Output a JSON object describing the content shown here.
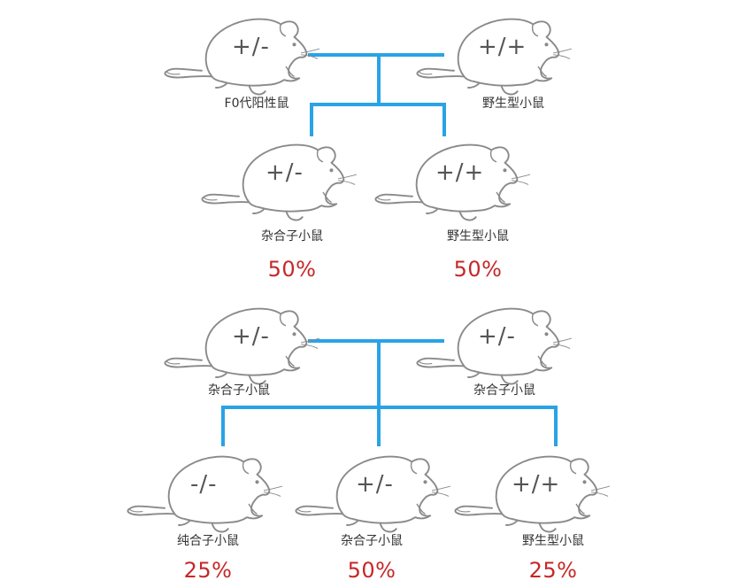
{
  "generations": [
    {
      "parents": [
        {
          "genotype": "+/-",
          "label": "F0代阳性鼠"
        },
        {
          "genotype": "+/+",
          "label": "野生型小鼠"
        }
      ],
      "offspring": [
        {
          "genotype": "+/-",
          "label": "杂合子小鼠",
          "percent": "50%"
        },
        {
          "genotype": "+/+",
          "label": "野生型小鼠",
          "percent": "50%"
        }
      ]
    },
    {
      "parents": [
        {
          "genotype": "+/-",
          "label": "杂合子小鼠"
        },
        {
          "genotype": "+/-",
          "label": "杂合子小鼠"
        }
      ],
      "offspring": [
        {
          "genotype": "-/-",
          "label": "纯合子小鼠",
          "percent": "25%"
        },
        {
          "genotype": "+/-",
          "label": "杂合子小鼠",
          "percent": "50%"
        },
        {
          "genotype": "+/+",
          "label": "野生型小鼠",
          "percent": "25%"
        }
      ]
    }
  ],
  "colors": {
    "connector": "#29a3e6",
    "percent": "#c62828",
    "outline": "#8a8a8a"
  },
  "icons": {
    "mouse": "mouse-outline-icon"
  }
}
